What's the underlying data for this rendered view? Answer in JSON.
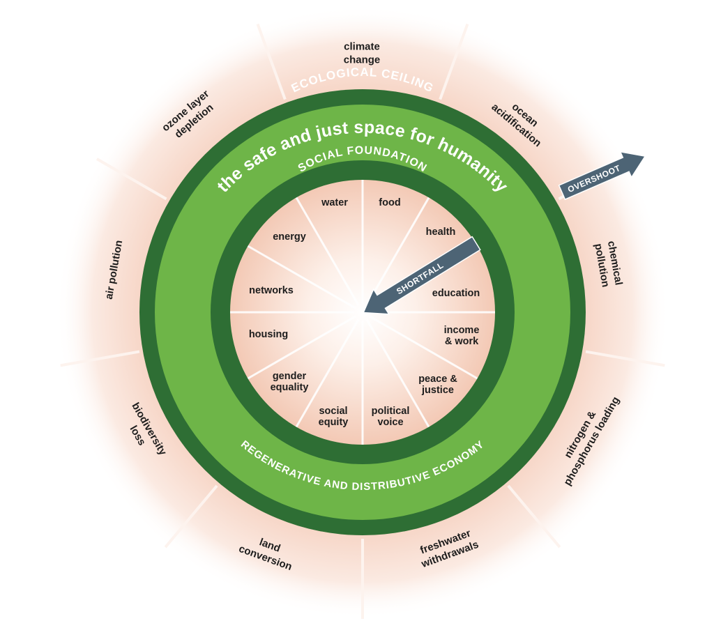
{
  "ring_labels": {
    "ecological_ceiling": "ECOLOGICAL CEILING",
    "safe_space": "the safe and just space for humanity",
    "social_foundation": "SOCIAL FOUNDATION",
    "regenerative_economy": "REGENERATIVE AND DISTRIBUTIVE ECONOMY"
  },
  "arrows": {
    "overshoot": "OVERSHOOT",
    "shortfall": "SHORTFALL"
  },
  "ecological": [
    {
      "lines": [
        "climate",
        "change"
      ]
    },
    {
      "lines": [
        "ocean",
        "acidification"
      ]
    },
    {
      "lines": [
        "chemical",
        "pollution"
      ]
    },
    {
      "lines": [
        "nitrogen &",
        "phosphorus loading"
      ]
    },
    {
      "lines": [
        "freshwater",
        "withdrawals"
      ]
    },
    {
      "lines": [
        "land",
        "conversion"
      ]
    },
    {
      "lines": [
        "biodiversity",
        "loss"
      ]
    },
    {
      "lines": [
        "air pollution"
      ]
    },
    {
      "lines": [
        "ozone layer",
        "depletion"
      ]
    }
  ],
  "social": [
    {
      "lines": [
        "food"
      ]
    },
    {
      "lines": [
        "health"
      ]
    },
    {
      "lines": [
        "education"
      ]
    },
    {
      "lines": [
        "income",
        "& work"
      ]
    },
    {
      "lines": [
        "peace &",
        "justice"
      ]
    },
    {
      "lines": [
        "political",
        "voice"
      ]
    },
    {
      "lines": [
        "social",
        "equity"
      ]
    },
    {
      "lines": [
        "gender",
        "equality"
      ]
    },
    {
      "lines": [
        "housing"
      ]
    },
    {
      "lines": [
        "networks"
      ]
    },
    {
      "lines": [
        "energy"
      ]
    },
    {
      "lines": [
        "water"
      ]
    }
  ],
  "colors": {
    "dark_green": "#2e6e34",
    "light_green": "#6eb548",
    "outer_glow": "#f2c1ab",
    "arrow": "#4d6475"
  }
}
